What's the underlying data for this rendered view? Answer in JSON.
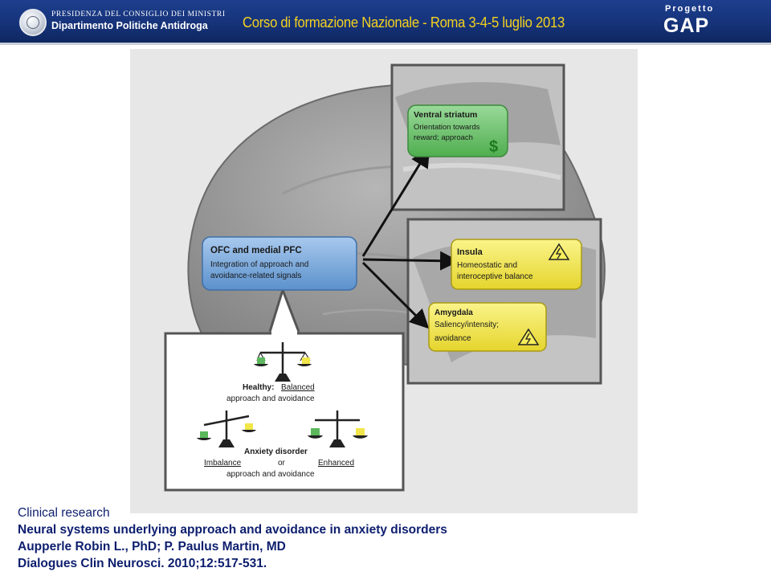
{
  "header": {
    "presidency": "PRESIDENZA DEL CONSIGLIO DEI MINISTRI",
    "department": "Dipartimento Politiche Antidroga",
    "course_title": "Corso di formazione Nazionale  -  Roma 3-4-5 luglio 2013",
    "logo_small": "Progetto",
    "logo_big": "GAP",
    "colors": {
      "band": "#16337a",
      "title": "#f4d21e"
    }
  },
  "diagram": {
    "ventral_striatum": {
      "title": "Ventral striatum",
      "line1": "Orientation towards",
      "line2": "reward; approach",
      "symbol": "$"
    },
    "ofc": {
      "title": "OFC and medial PFC",
      "line1": "Integration of approach and",
      "line2": "avoidance-related signals"
    },
    "insula": {
      "title": "Insula",
      "line1": "Homeostatic and",
      "line2": "interoceptive balance",
      "symbol": "⚠"
    },
    "amygdala": {
      "title": "Amygdala",
      "line1": "Saliency/intensity;",
      "line2": "avoidance",
      "symbol": "⚠"
    },
    "healthy": {
      "label": "Healthy:",
      "balanced": "Balanced",
      "line2": "approach and avoidance"
    },
    "anxiety": {
      "title": "Anxiety disorder",
      "imbalance": "Imbalance",
      "or": "or",
      "enhanced": "Enhanced",
      "line3": "approach and avoidance"
    },
    "colors": {
      "green": "#5cb85c",
      "blue": "#6fa3d8",
      "yellow": "#f1e64a"
    }
  },
  "citation": {
    "line1": "Clinical research",
    "line2": "Neural systems underlying approach and avoidance in anxiety disorders",
    "line3": "Aupperle Robin L., PhD; P. Paulus Martin, MD",
    "line4": "Dialogues Clin Neurosci. 2010;12:517-531."
  }
}
